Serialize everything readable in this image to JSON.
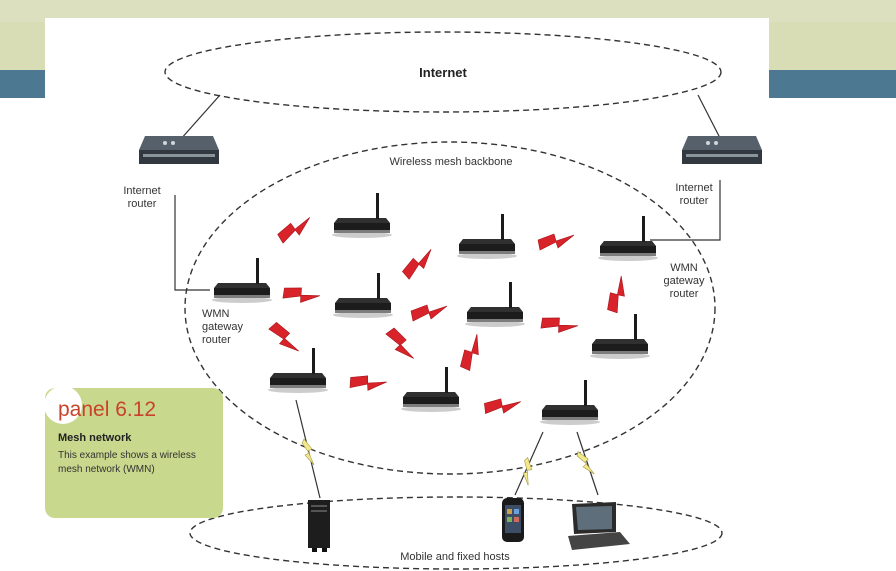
{
  "diagram": {
    "internet_label": "Internet",
    "backbone_label": "Wireless mesh backbone",
    "internet_router_left_label": "Internet\nrouter",
    "internet_router_right_label": "Internet\nrouter",
    "gateway_left_label": "WMN\ngateway\nrouter",
    "gateway_right_label": "WMN\ngateway\nrouter",
    "hosts_label": "Mobile and fixed hosts"
  },
  "panel": {
    "title": "panel 6.12",
    "subtitle": "Mesh network",
    "description": "This example shows a wireless mesh network (WMN)"
  },
  "colors": {
    "accent_red": "#d8232a",
    "panel_green": "#c8d88d",
    "lightning_yellow": "#f3e98a",
    "slide_blue": "#4c7892"
  }
}
